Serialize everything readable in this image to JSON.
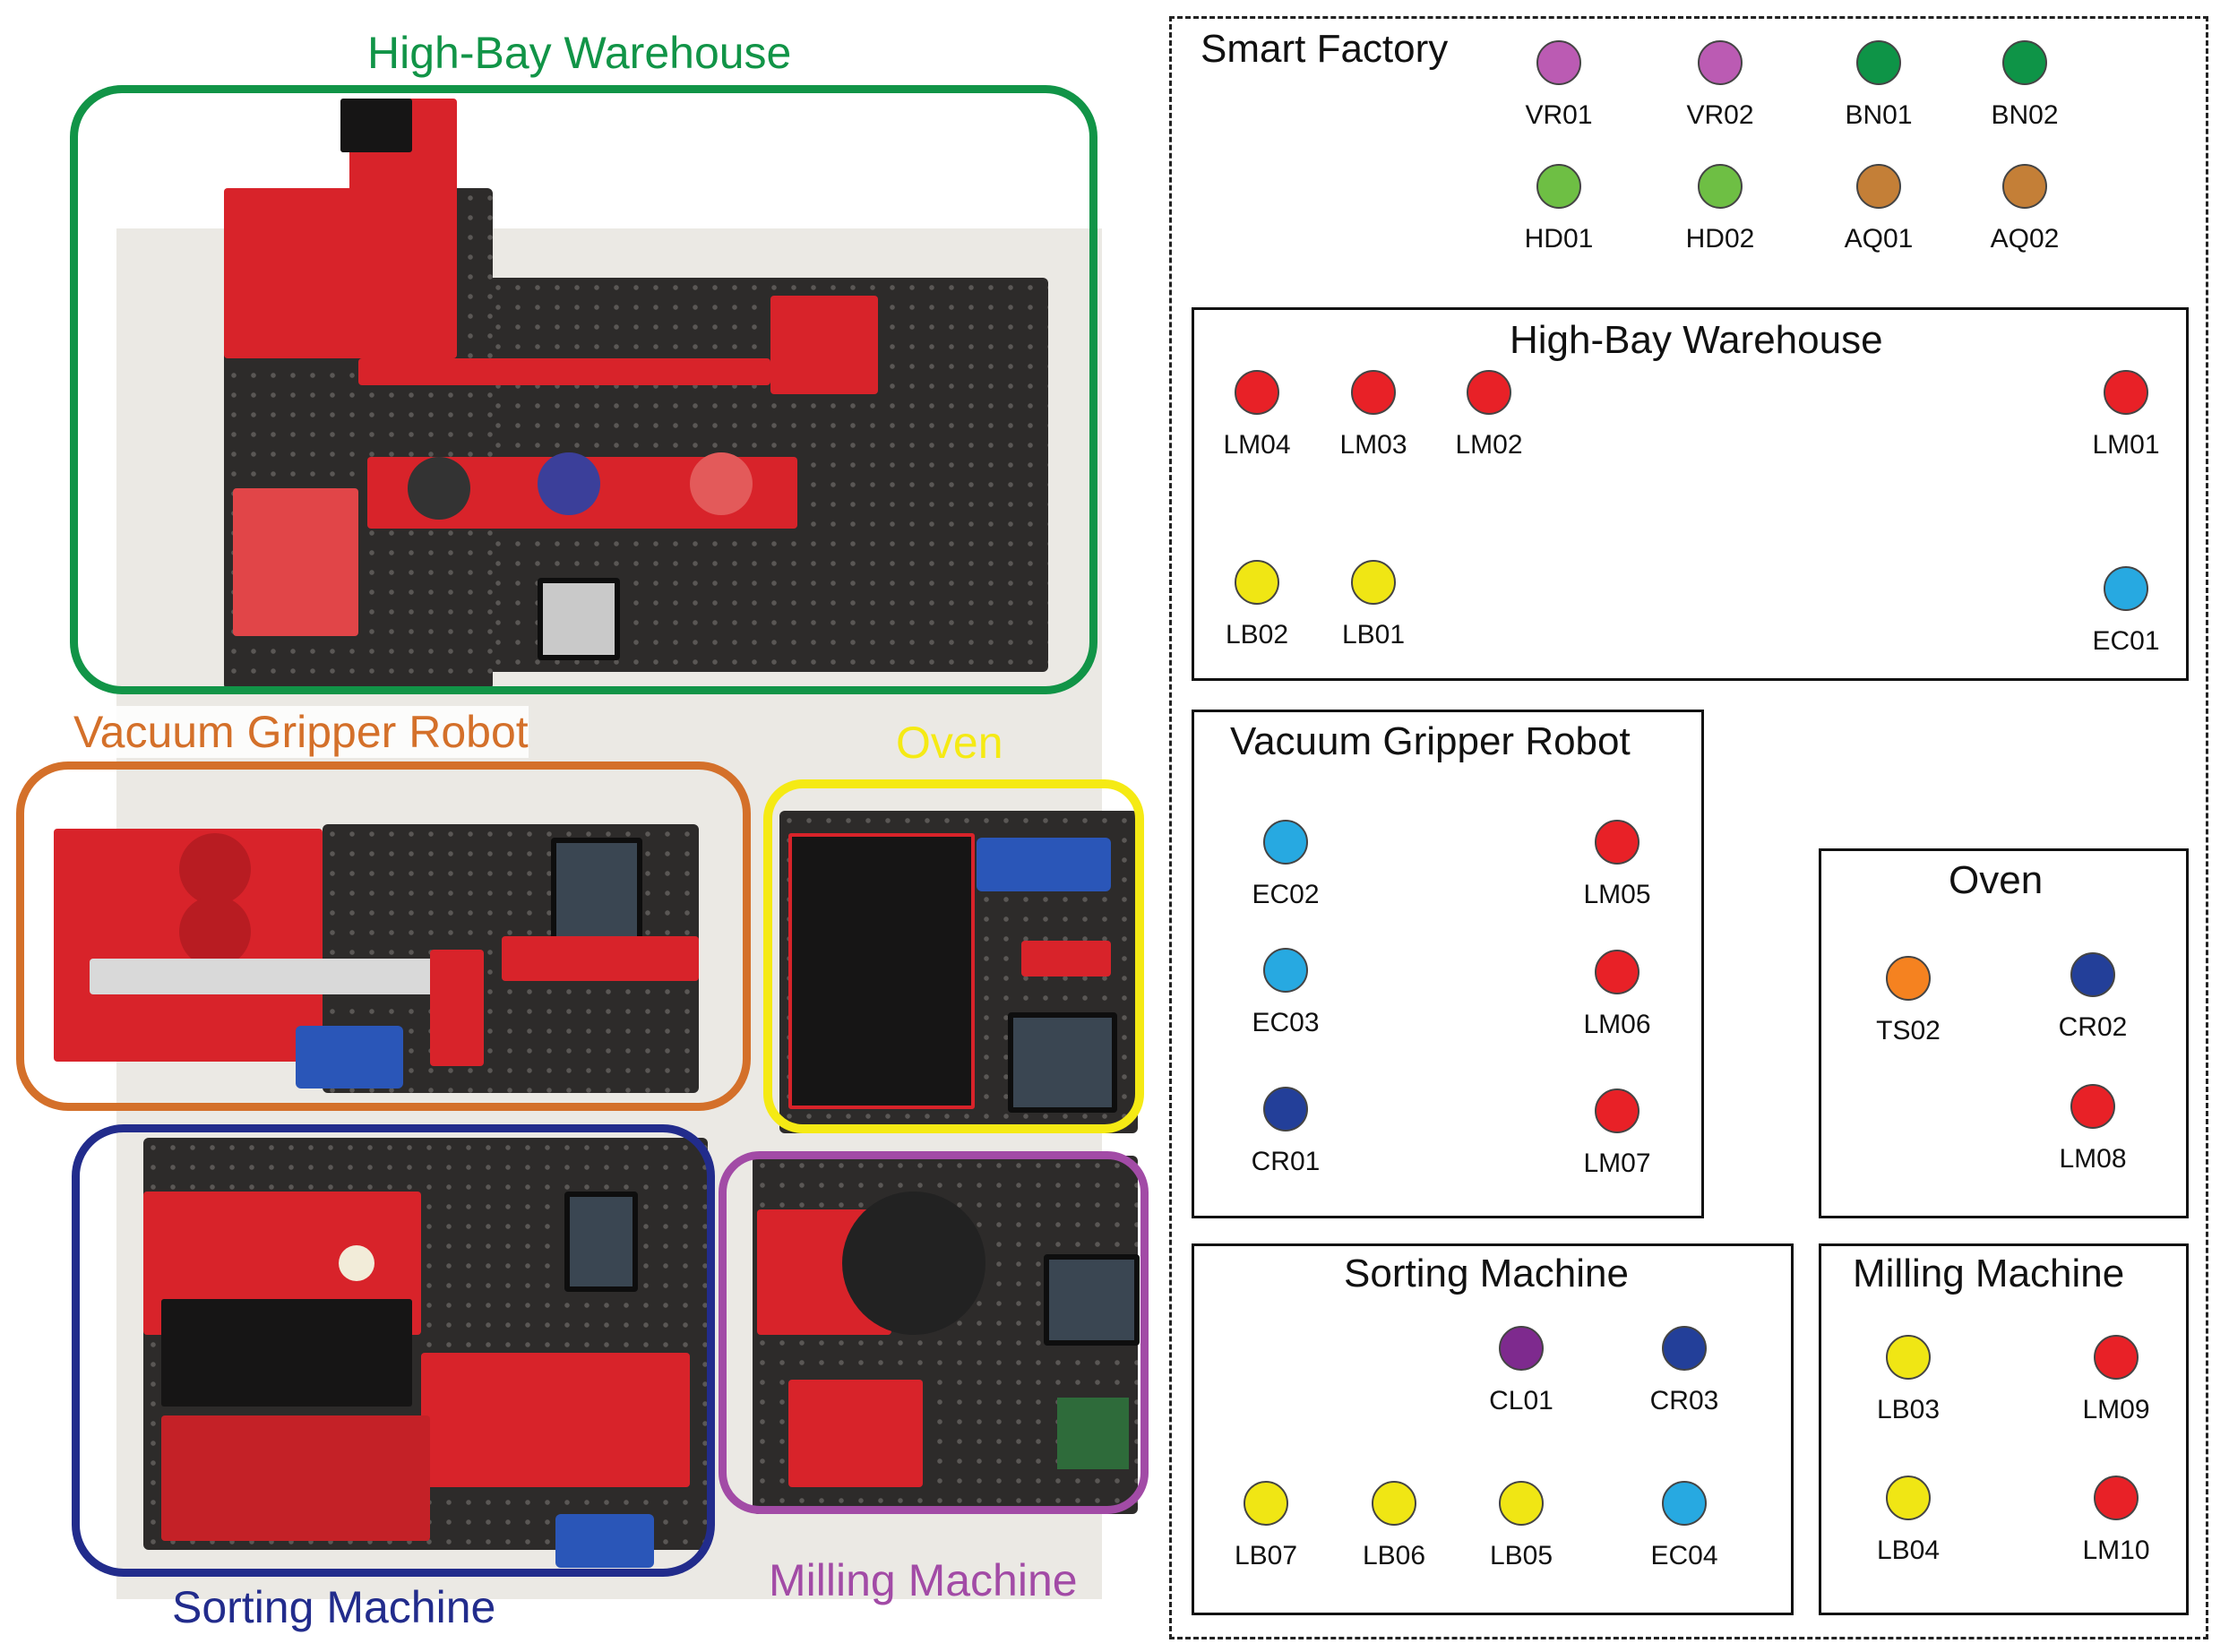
{
  "photo_labels": {
    "high_bay": "High-Bay Warehouse",
    "vacuum": "Vacuum Gripper Robot",
    "oven": "Oven",
    "sorting": "Sorting Machine",
    "milling": "Milling Machine"
  },
  "colors": {
    "green": "#119447",
    "orange": "#d4702a",
    "yellow": "#f5ea14",
    "navy": "#222c8c",
    "purple": "#a24ba6"
  },
  "smart_factory": {
    "title": "Smart Factory",
    "sensors": [
      {
        "id": "VR01",
        "color": "#bb5bb3"
      },
      {
        "id": "VR02",
        "color": "#bb5bb3"
      },
      {
        "id": "BN01",
        "color": "#0e9447"
      },
      {
        "id": "BN02",
        "color": "#0e9447"
      },
      {
        "id": "HD01",
        "color": "#6ebf44"
      },
      {
        "id": "HD02",
        "color": "#6ebf44"
      },
      {
        "id": "AQ01",
        "color": "#c47f37"
      },
      {
        "id": "AQ02",
        "color": "#c47f37"
      }
    ]
  },
  "high_bay_warehouse": {
    "title": "High-Bay Warehouse",
    "sensors": [
      {
        "id": "LM04",
        "color": "#e82127"
      },
      {
        "id": "LM03",
        "color": "#e82127"
      },
      {
        "id": "LM02",
        "color": "#e82127"
      },
      {
        "id": "LM01",
        "color": "#e82127"
      },
      {
        "id": "LB02",
        "color": "#f0e614"
      },
      {
        "id": "LB01",
        "color": "#f0e614"
      },
      {
        "id": "EC01",
        "color": "#27a9e1"
      }
    ]
  },
  "vacuum_gripper_robot": {
    "title": "Vacuum Gripper Robot",
    "sensors": [
      {
        "id": "EC02",
        "color": "#27a9e1"
      },
      {
        "id": "LM05",
        "color": "#e82127"
      },
      {
        "id": "EC03",
        "color": "#27a9e1"
      },
      {
        "id": "LM06",
        "color": "#e82127"
      },
      {
        "id": "CR01",
        "color": "#233f99"
      },
      {
        "id": "LM07",
        "color": "#e82127"
      }
    ]
  },
  "oven": {
    "title": "Oven",
    "sensors": [
      {
        "id": "TS02",
        "color": "#f58220"
      },
      {
        "id": "CR02",
        "color": "#233f99"
      },
      {
        "id": "LM08",
        "color": "#e82127"
      }
    ]
  },
  "sorting_machine": {
    "title": "Sorting Machine",
    "sensors": [
      {
        "id": "CL01",
        "color": "#7e2a8e"
      },
      {
        "id": "CR03",
        "color": "#233f99"
      },
      {
        "id": "LB07",
        "color": "#f0e614"
      },
      {
        "id": "LB06",
        "color": "#f0e614"
      },
      {
        "id": "LB05",
        "color": "#f0e614"
      },
      {
        "id": "EC04",
        "color": "#27a9e1"
      }
    ]
  },
  "milling_machine": {
    "title": "Milling Machine",
    "sensors": [
      {
        "id": "LB03",
        "color": "#f0e614"
      },
      {
        "id": "LM09",
        "color": "#e82127"
      },
      {
        "id": "LB04",
        "color": "#f0e614"
      },
      {
        "id": "LM10",
        "color": "#e82127"
      }
    ]
  }
}
